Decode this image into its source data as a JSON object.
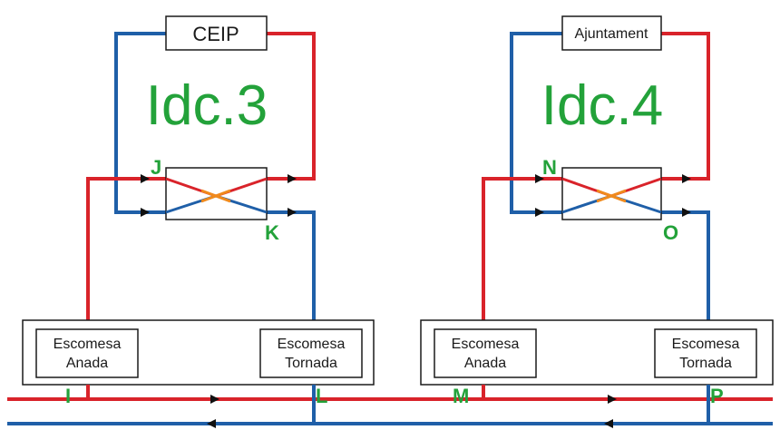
{
  "substations": [
    {
      "id": "Idc.3",
      "label": "Idc.3",
      "consumer": "CEIP",
      "node_in": "J",
      "node_out": "K",
      "supply_label": [
        "Escomesa",
        "Anada"
      ],
      "return_label": [
        "Escomesa",
        "Tornada"
      ]
    },
    {
      "id": "Idc.4",
      "label": "Idc.4",
      "consumer": "Ajuntament",
      "node_in": "N",
      "node_out": "O",
      "supply_label": [
        "Escomesa",
        "Anada"
      ],
      "return_label": [
        "Escomesa",
        "Tornada"
      ]
    }
  ],
  "main_nodes": [
    "I",
    "L",
    "M",
    "P"
  ],
  "colors": {
    "supply": "#d9232a",
    "return": "#1f5fa8",
    "exchanger_mix": "#f08a1c",
    "node_label": "#23a23a"
  }
}
